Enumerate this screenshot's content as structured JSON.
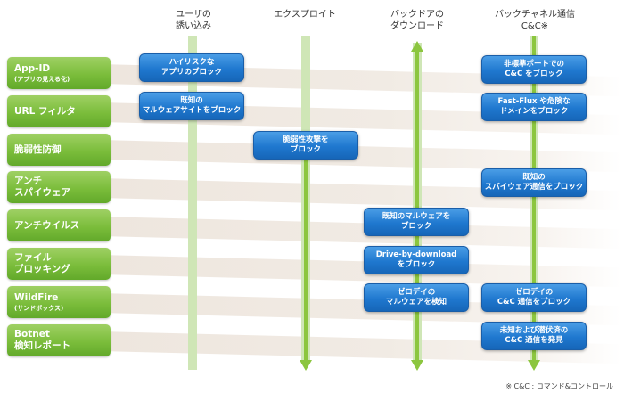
{
  "columns": [
    {
      "line1": "ユーザの",
      "line2": "誘い込み"
    },
    {
      "line1": "エクスプロイト",
      "line2": ""
    },
    {
      "line1": "バックドアの",
      "line2": "ダウンロード"
    },
    {
      "line1": "バックチャネル通信",
      "line2": "C&C※"
    }
  ],
  "rows": [
    {
      "line1": "App-ID",
      "line2": "(アプリの見える化)"
    },
    {
      "line1": "URL フィルタ",
      "line2": ""
    },
    {
      "line1": "脆弱性防御",
      "line2": ""
    },
    {
      "line1": "アンチ",
      "line2": "スパイウェア"
    },
    {
      "line1": "アンチウイルス",
      "line2": ""
    },
    {
      "line1": "ファイル",
      "line2": "ブロッキング"
    },
    {
      "line1": "WildFire",
      "line2": "(サンドボックス)"
    },
    {
      "line1": "Botnet",
      "line2": "検知レポート"
    }
  ],
  "actions": [
    {
      "id": "col1-row1",
      "line1": "ハイリスクな",
      "line2": "アプリのブロック"
    },
    {
      "id": "col1-row2",
      "line1": "既知の",
      "line2": "マルウェアサイトをブロック"
    },
    {
      "id": "col2-row3",
      "line1": "脆弱性攻撃を",
      "line2": "ブロック"
    },
    {
      "id": "col3-row5",
      "line1": "既知のマルウェアを",
      "line2": "ブロック"
    },
    {
      "id": "col3-row6",
      "line1": "Drive-by-download",
      "line2": "をブロック"
    },
    {
      "id": "col3-row7",
      "line1": "ゼロデイの",
      "line2": "マルウェアを検知"
    },
    {
      "id": "col4-row1",
      "line1": "非標準ポートでの",
      "line2": "C&C をブロック"
    },
    {
      "id": "col4-row2",
      "line1": "Fast-Flux や危険な",
      "line2": "ドメインをブロック"
    },
    {
      "id": "col4-row4",
      "line1": "既知の",
      "line2": "スパイウェア通信をブロック"
    },
    {
      "id": "col4-row7",
      "line1": "ゼロデイの",
      "line2": "C&C 通信をブロック"
    },
    {
      "id": "col4-row8",
      "line1": "未知および潜伏済の",
      "line2": "C&C 通信を発見"
    }
  ],
  "footnote": "※ C&C : コマンド&コントロール",
  "colors": {
    "row_tab": "#7bbd3b",
    "track": "#cfe6b6",
    "arrow": "#8cc63f",
    "box": "#1f78cf"
  }
}
